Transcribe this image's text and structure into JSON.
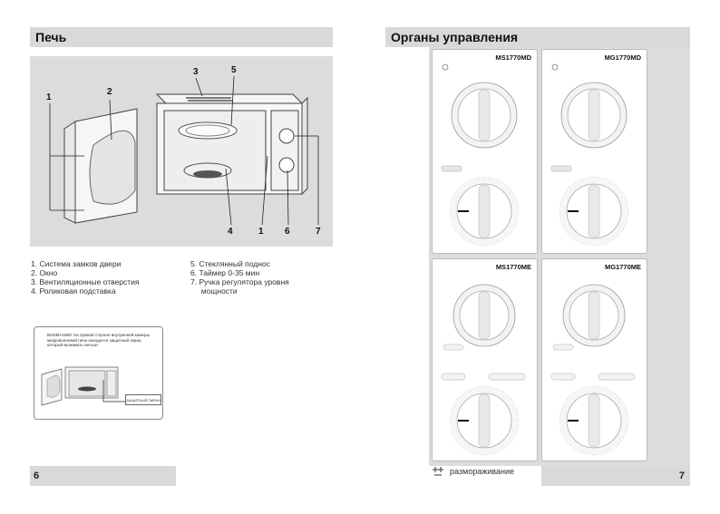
{
  "left_page": {
    "title": "Печь",
    "callouts": [
      "1",
      "2",
      "3",
      "5",
      "4",
      "1",
      "6",
      "7"
    ],
    "legend_left": [
      "1.  Система замков двери",
      "2.  Окно",
      "3.  Вентиляционные отверстия",
      "4.  Роликовая подставка"
    ],
    "legend_right": [
      "5.  Стеклянный поднос",
      "6.  Таймер 0-35 мин",
      "7.  Ручка регулятора уровня",
      "     мощности"
    ],
    "inset_note": "ВНИМАНИЕ! На правой стороне внутренней камеры микроволновой печи находится защитный экран, который вынимать нельзя.",
    "inset_label": "ЗАЩИТНЫЙ ЭКРАН",
    "page_number": "6"
  },
  "right_page": {
    "title": "Органы управления",
    "panels": [
      {
        "model": "MS1770MD"
      },
      {
        "model": "MG1770MD"
      },
      {
        "model": "MS1770ME"
      },
      {
        "model": "MG1770ME"
      }
    ],
    "defrost_label": "размораживание",
    "page_number": "7"
  }
}
